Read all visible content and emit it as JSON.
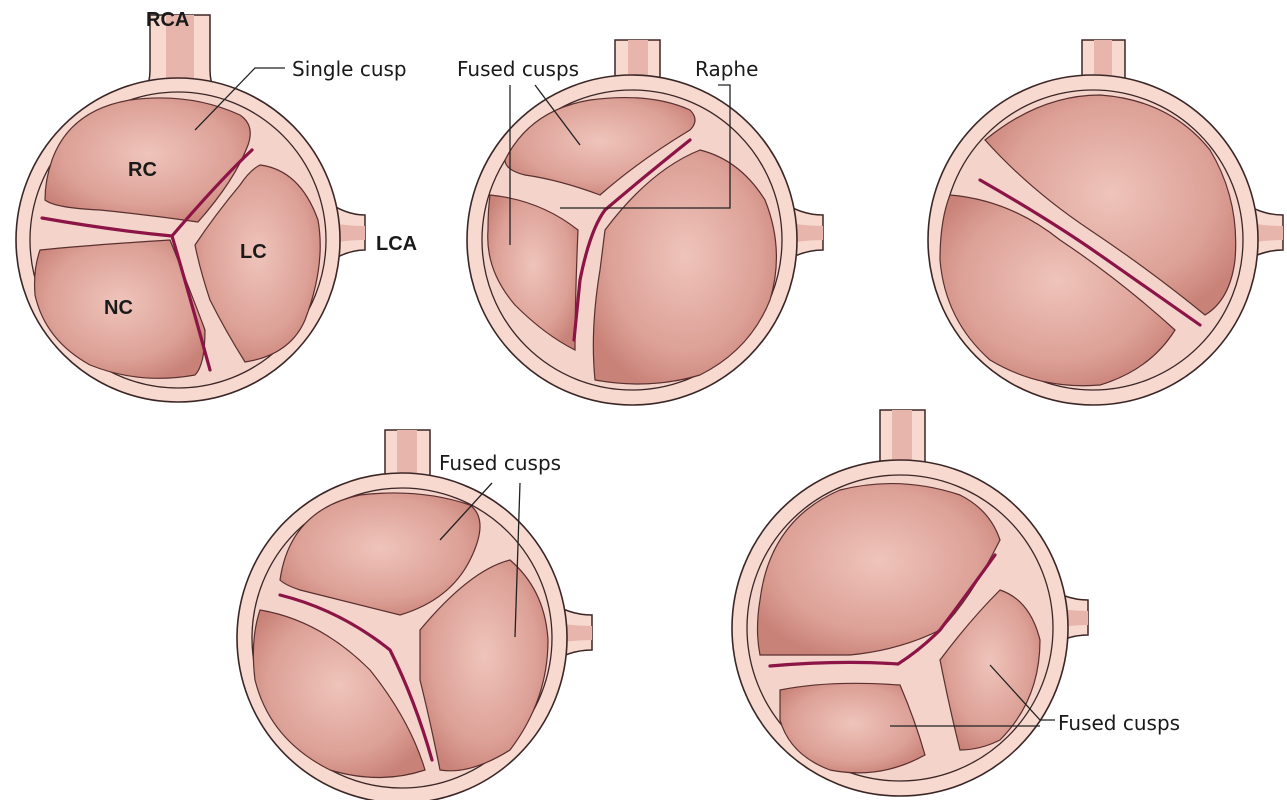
{
  "labels": {
    "rca": "RCA",
    "lca": "LCA",
    "single_cusp": "Single cusp",
    "rc": "RC",
    "lc": "LC",
    "nc": "NC",
    "fused_cusps_1": "Fused cusps",
    "raphe": "Raphe",
    "fused_cusps_2": "Fused cusps",
    "fused_cusps_3": "Fused cusps"
  },
  "colors": {
    "cusp": "#dea096",
    "ring": "#f7d9d0",
    "commissure": "#8c1446",
    "outline": "#3b2626"
  }
}
